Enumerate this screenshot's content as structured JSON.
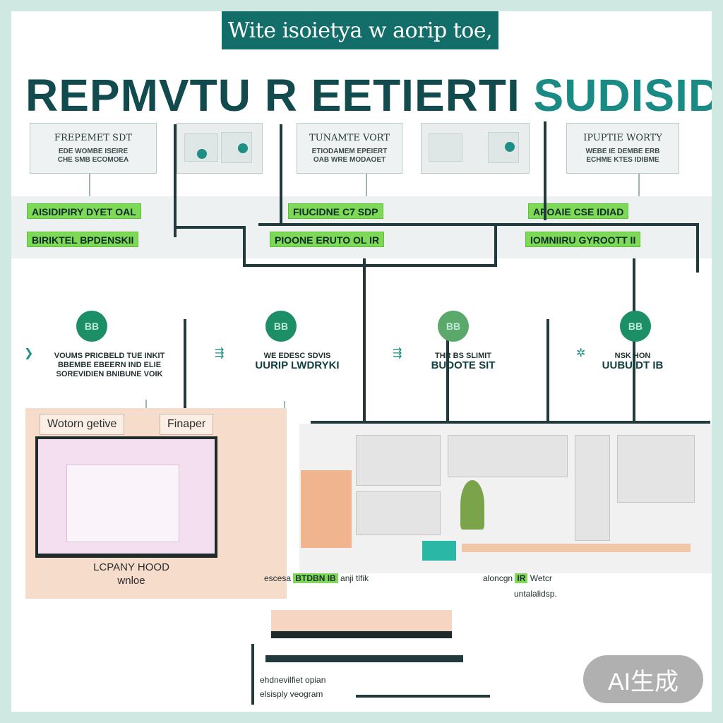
{
  "banner": {
    "text": "Wite isoietya w aorip toe,"
  },
  "headline": {
    "part1": "REPMVTU R EETIERTI",
    "part2": "SUDISIDY"
  },
  "cards": [
    {
      "title": "FREPEMET SDT",
      "line1": "EDE WOMBE ISEIRE",
      "line2": "CHE SMB ECOMOEA"
    },
    {
      "title": "TUNAMTE VORT",
      "line1": "ETIODAMEM EPEIERT",
      "line2": "OAB WRE MODAOET"
    },
    {
      "title": "IPUPTIE WORTY",
      "line1": "WEBE IE DEMBE ERB",
      "line2": "ECHME KTES IDIBME"
    }
  ],
  "tags": {
    "row1": [
      "AISIDIPIRY DYET OAL",
      "FIUCIDNE C7 SDP",
      "APOAIE CSE IDIAD"
    ],
    "row2": [
      "BIRIKTEL BPDENSKII",
      "PIOONE ERUTO OL IR",
      "IOMNIIRU GYROOTT II"
    ]
  },
  "steps": [
    {
      "badge": "BB",
      "line1": "VOUMS PRICBELD TUE INKIT",
      "line2": "BBEMBE EBEERN IND ELIE",
      "line3": "SOREVIDIEN BNIBUNE VOIK"
    },
    {
      "badge": "BB",
      "line1": "WE EDESC SDVIS",
      "line2": "UURIP LWDRYKI",
      "line3": ""
    },
    {
      "badge": "BB",
      "line1": "THR BS SLIMIT",
      "line2": "BUDOTE SIT",
      "line3": ""
    },
    {
      "badge": "BB",
      "line1": "NSK HON",
      "line2": "UUBUIDT IB",
      "line3": ""
    }
  ],
  "office": {
    "label1": "Wotorn getive",
    "label2": "Finaper",
    "desk1": "LCPANY HOOD",
    "desk2": "wnloe"
  },
  "bottom": {
    "label1a": "escesa",
    "label1b": "BTDBN IB",
    "label1c": "anji tlfik",
    "label2a": "aloncgn",
    "label2b": "IR",
    "label2c": "Wetcr",
    "label2d": "untalalidsp.",
    "label3": "ehdnevilfiet opian",
    "label4": "elsisply veogram"
  },
  "watermark": {
    "text": "AI生成"
  }
}
